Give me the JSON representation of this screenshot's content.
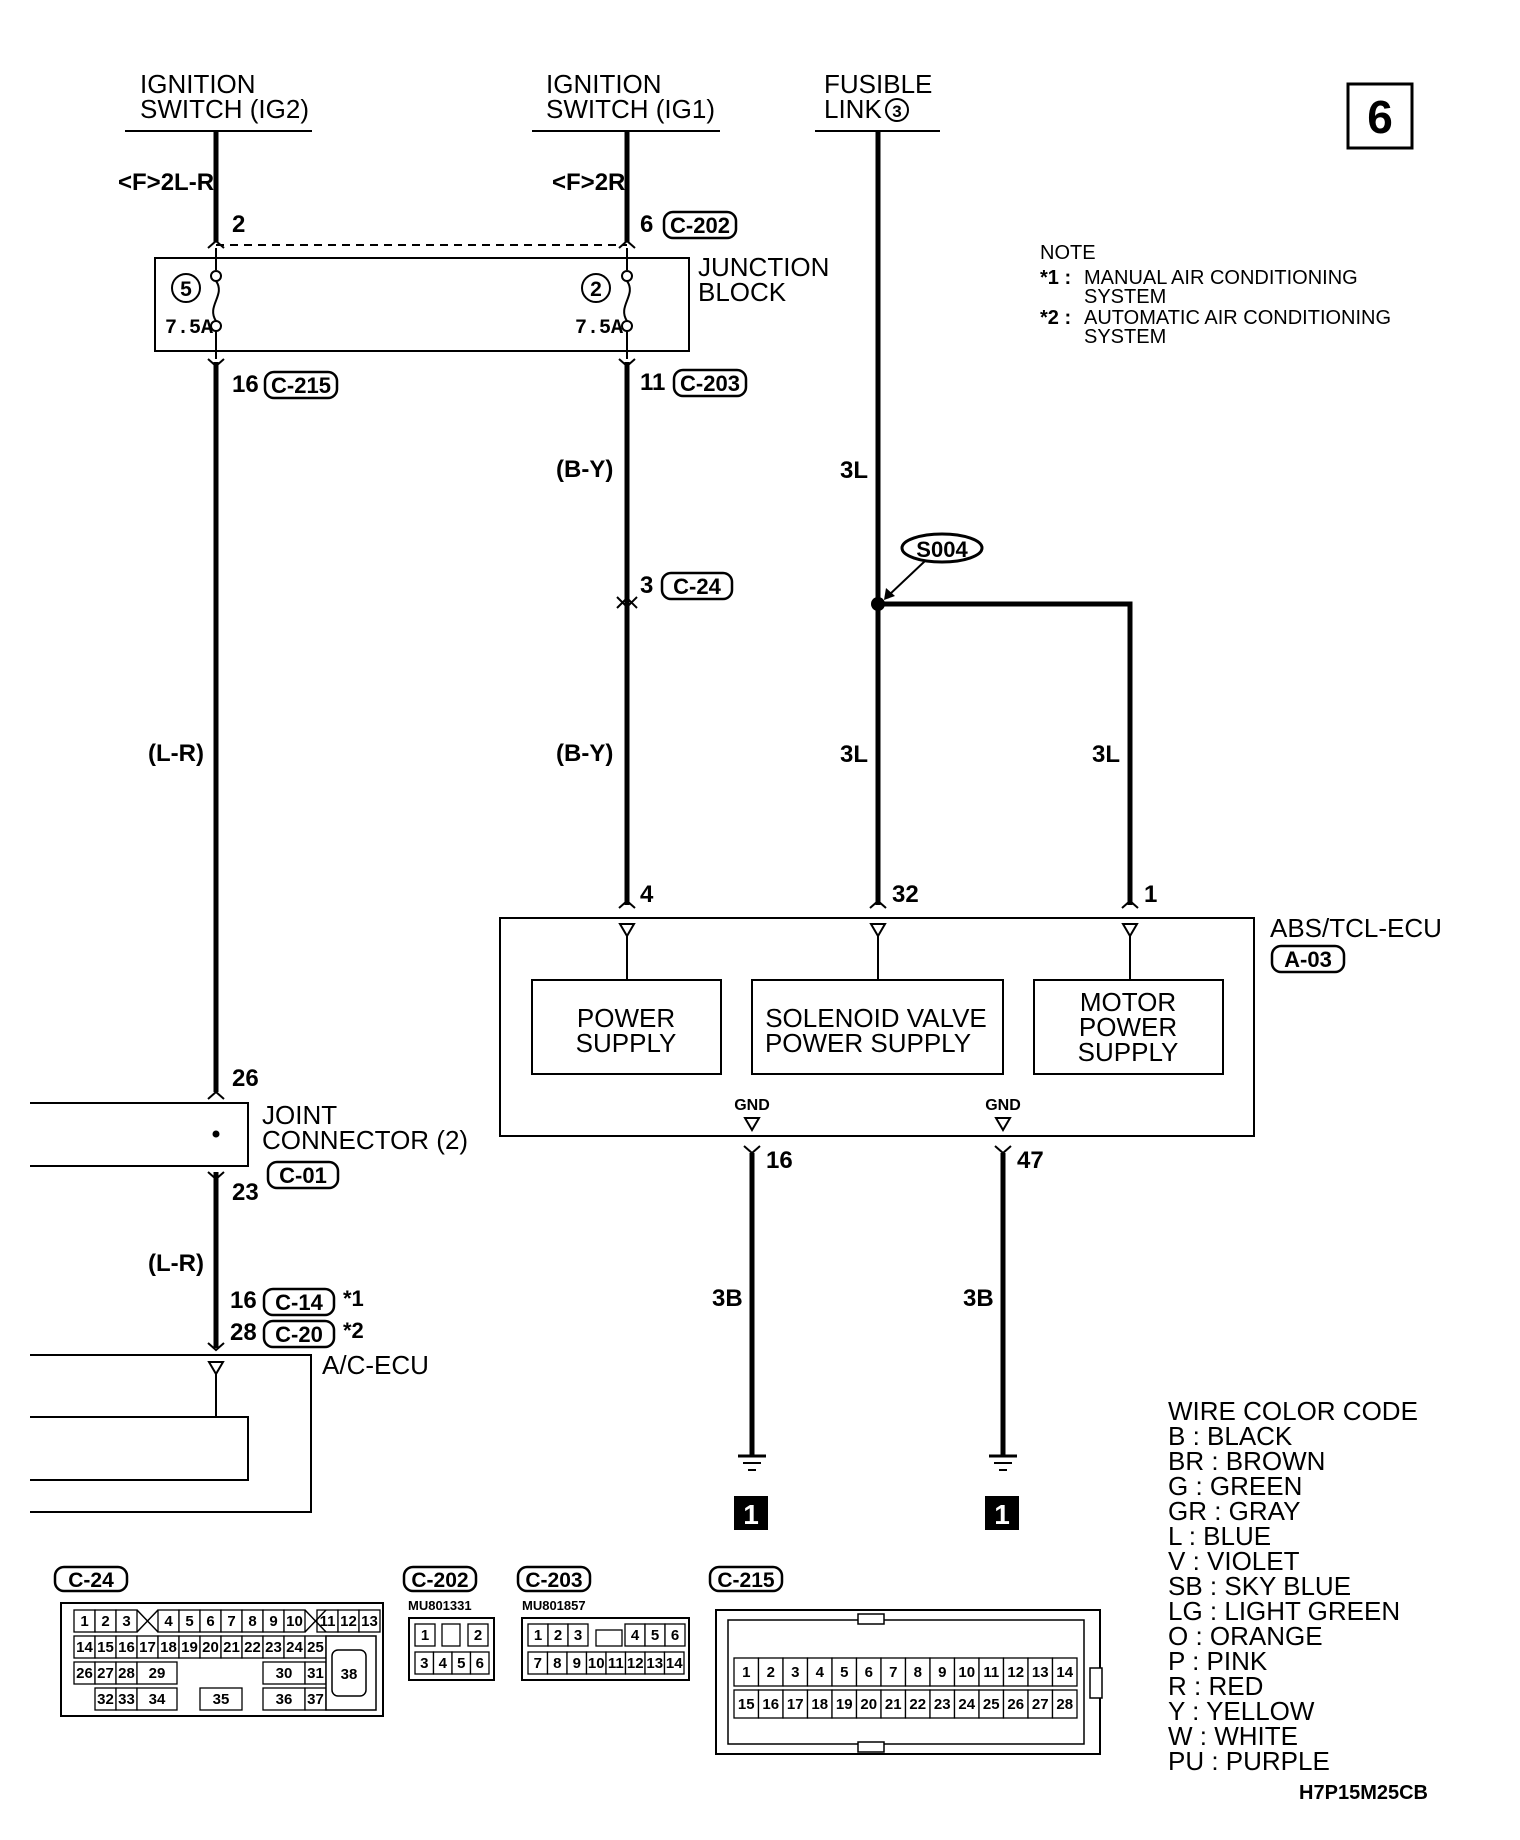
{
  "page_number": "6",
  "sources": {
    "ig2": {
      "line1": "IGNITION",
      "line2": "SWITCH (IG2)"
    },
    "ig1": {
      "line1": "IGNITION",
      "line2": "SWITCH (IG1)"
    },
    "fusible": {
      "line1": "FUSIBLE",
      "line2": "LINK",
      "number": "3"
    }
  },
  "note": {
    "title": "NOTE",
    "star1_mark": "*1 :",
    "star1_line1": "MANUAL AIR CONDITIONING",
    "star1_line2": "SYSTEM",
    "star2_mark": "*2 :",
    "star2_line1": "AUTOMATIC AIR CONDITIONING",
    "star2_line2": "SYSTEM"
  },
  "wires": {
    "ig2_code": "<F>2L-R",
    "ig1_code": "<F>2R",
    "lr": "(L-R)",
    "by": "(B-Y)",
    "l3": "3L",
    "b3": "3B"
  },
  "pins": {
    "p2": "2",
    "p6": "6",
    "p16": "16",
    "p11": "11",
    "p3": "3",
    "p4": "4",
    "p32": "32",
    "p1": "1",
    "p26": "26",
    "p23": "23",
    "p16b": "16",
    "p28": "28",
    "p16g": "16",
    "p47": "47"
  },
  "connectors": {
    "c202": "C-202",
    "c215": "C-215",
    "c203": "C-203",
    "c24": "C-24",
    "c01": "C-01",
    "c14": "C-14",
    "c20": "C-20",
    "a03": "A-03"
  },
  "stars": {
    "s1": "*1",
    "s2": "*2"
  },
  "junction": {
    "line1": "JUNCTION",
    "line2": "BLOCK",
    "fuse_left_num": "5",
    "fuse_right_num": "2",
    "fuse_left_rating": "7.5A",
    "fuse_right_rating": "7.5A"
  },
  "splice": "S004",
  "ecu": {
    "name": "ABS/TCL-ECU",
    "power_l1": "POWER",
    "power_l2": "SUPPLY",
    "sol_l1": "SOLENOID VALVE",
    "sol_l2": "POWER SUPPLY",
    "motor_l1": "MOTOR",
    "motor_l2": "POWER",
    "motor_l3": "SUPPLY",
    "gnd": "GND"
  },
  "joint": {
    "line1": "JOINT",
    "line2": "CONNECTOR (2)"
  },
  "ac_ecu": "A/C-ECU",
  "ground_ref": "1",
  "color_code": {
    "title": "WIRE COLOR CODE",
    "entries": [
      "B : BLACK",
      "BR : BROWN",
      "G : GREEN",
      "GR : GRAY",
      "L : BLUE",
      "V : VIOLET",
      "SB : SKY BLUE",
      "LG : LIGHT GREEN",
      "O : ORANGE",
      "P : PINK",
      "R : RED",
      "Y : YELLOW",
      "W : WHITE",
      "PU : PURPLE"
    ]
  },
  "part_numbers": {
    "c202": "MU801331",
    "c203": "MU801857"
  },
  "diagram_id": "H7P15M25CB",
  "pinouts": {
    "c24": [
      "1",
      "2",
      "3",
      "4",
      "5",
      "6",
      "7",
      "8",
      "9",
      "10",
      "11",
      "12",
      "13",
      "14",
      "15",
      "16",
      "17",
      "18",
      "19",
      "20",
      "21",
      "22",
      "23",
      "24",
      "25",
      "26",
      "27",
      "28",
      "29",
      "30",
      "31",
      "32",
      "33",
      "34",
      "35",
      "36",
      "37",
      "38"
    ],
    "c202": [
      "1",
      "2",
      "3",
      "4",
      "5",
      "6"
    ],
    "c203": [
      "1",
      "2",
      "3",
      "4",
      "5",
      "6",
      "7",
      "8",
      "9",
      "10",
      "11",
      "12",
      "13",
      "14"
    ],
    "c215": [
      "1",
      "2",
      "3",
      "4",
      "5",
      "6",
      "7",
      "8",
      "9",
      "10",
      "11",
      "12",
      "13",
      "14",
      "15",
      "16",
      "17",
      "18",
      "19",
      "20",
      "21",
      "22",
      "23",
      "24",
      "25",
      "26",
      "27",
      "28"
    ]
  }
}
